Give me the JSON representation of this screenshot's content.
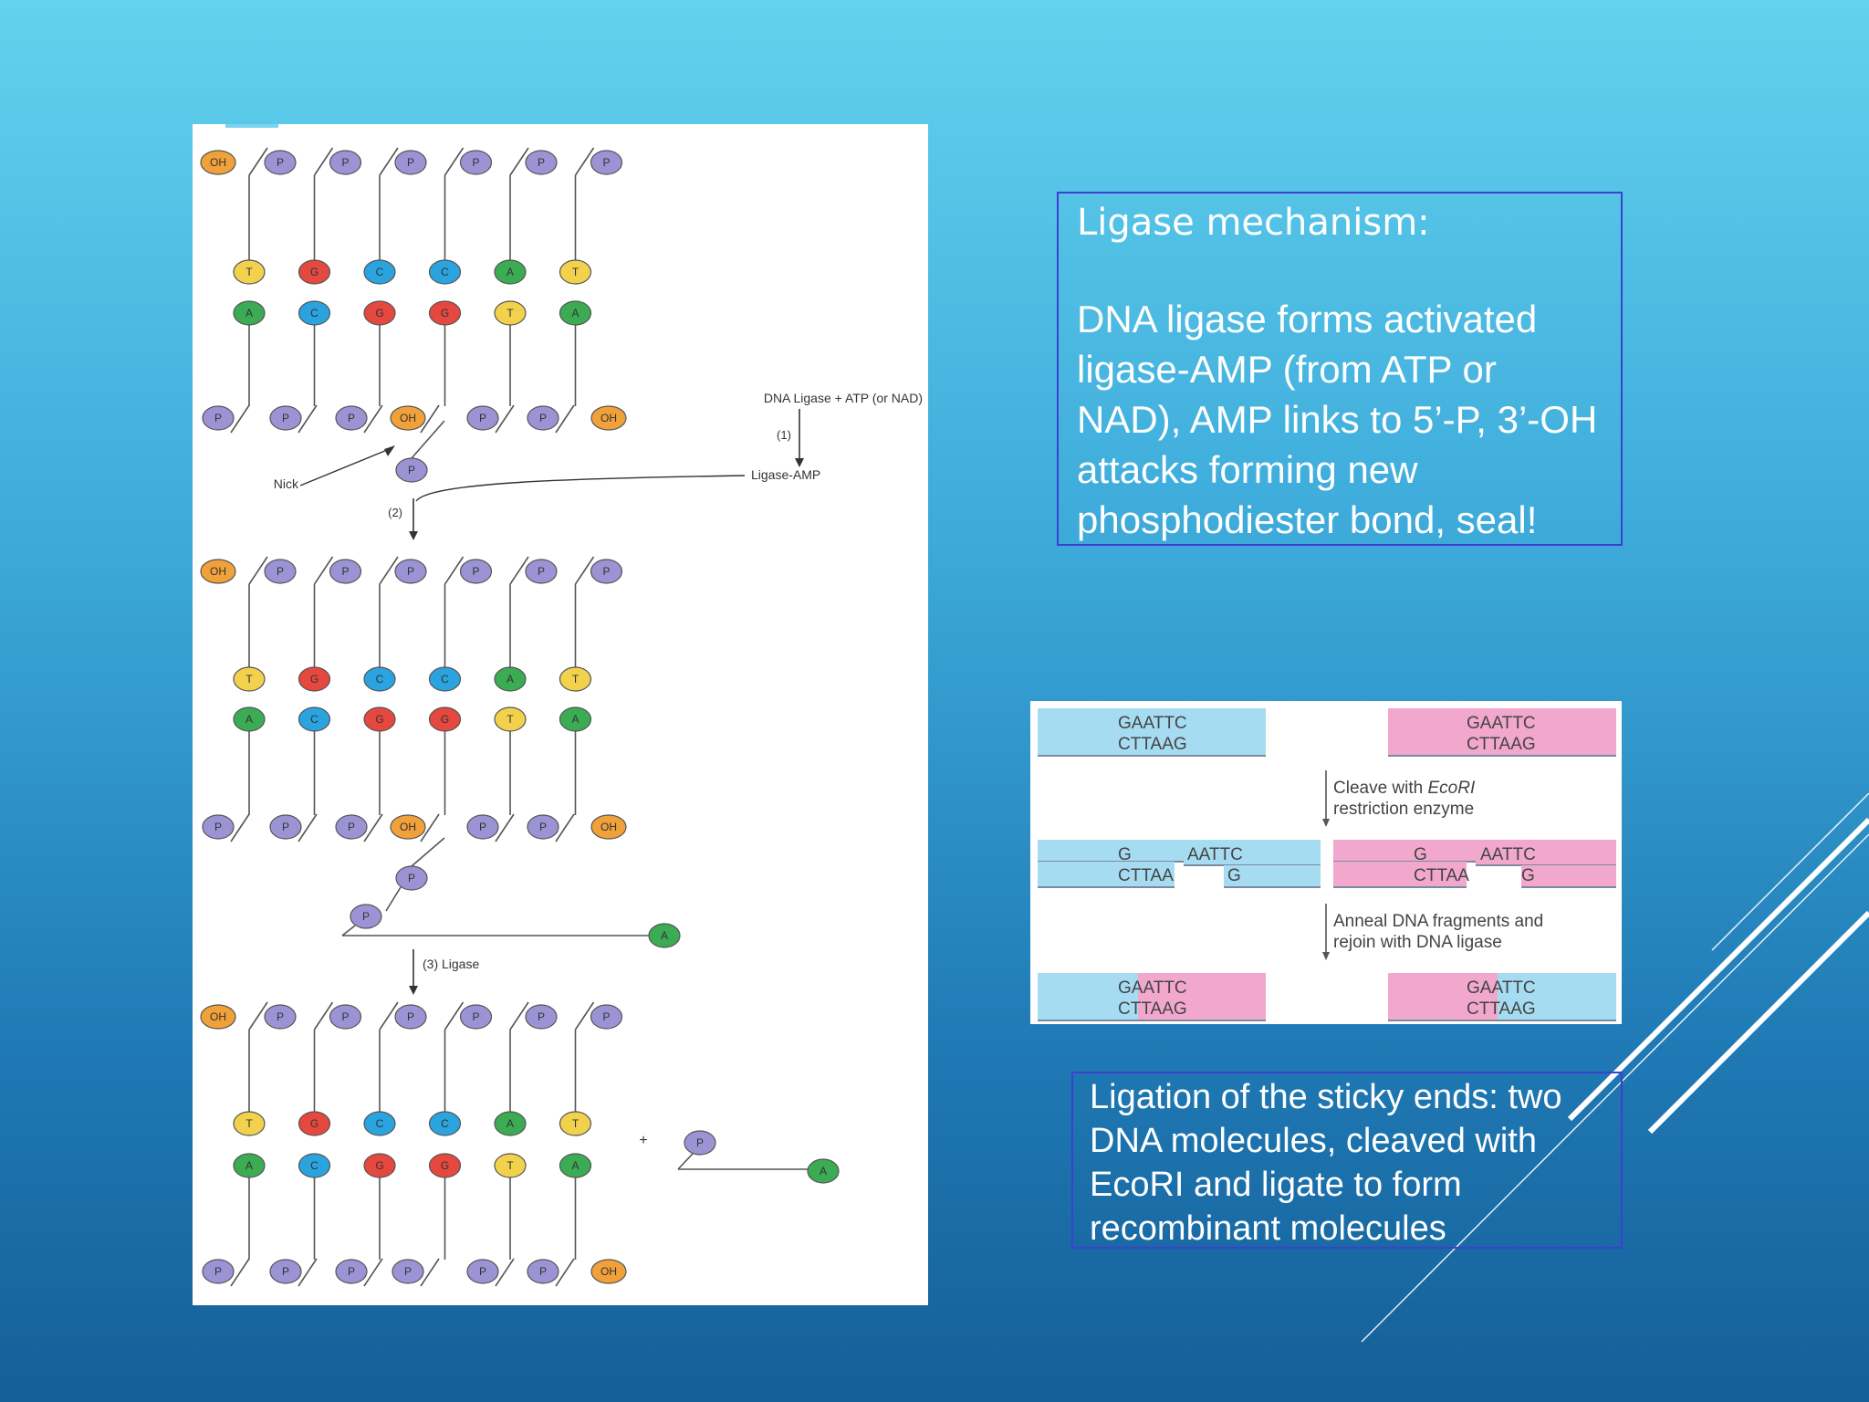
{
  "mechanism": {
    "heading": "Ligase mechanism:",
    "body": "DNA ligase forms activated ligase-AMP (from ATP or NAD), AMP links to 5’-P, 3’-OH attacks forming new phosphodiester bond, seal!"
  },
  "ligation": {
    "body": "Ligation of the sticky ends: two DNA molecules, cleaved with EcoRI and ligate to form recombinant molecules"
  },
  "ligase_diagram": {
    "top_strand": [
      "T",
      "G",
      "C",
      "C",
      "A",
      "T"
    ],
    "bottom_strand": [
      "A",
      "C",
      "G",
      "G",
      "T",
      "A"
    ],
    "oh_label": "OH",
    "p_label": "P",
    "a_label": "A",
    "step1": "(1)",
    "step1_label": "DNA Ligase + ATP (or NAD)",
    "ligase_amp": "Ligase-AMP",
    "nick": "Nick",
    "step2": "(2)",
    "step3": "(3) Ligase",
    "plus": "+"
  },
  "ecori_diagram": {
    "site_top": "GAATTC",
    "site_bottom": "CTTAAG",
    "cut_left_top": "G",
    "cut_left_bottom": "CTTAA",
    "cut_right_top": "AATTC",
    "cut_right_bottom": "G",
    "cleave_line1_prefix": "Cleave with ",
    "cleave_enzyme": "EcoRI",
    "cleave_line2": "restriction enzyme",
    "anneal_line1": "Anneal DNA fragments and",
    "anneal_line2": "rejoin with DNA ligase"
  },
  "colors": {
    "T": "#f2d14c",
    "G": "#e5483e",
    "C": "#2aa3df",
    "A": "#3bab54",
    "P": "#9c93d4",
    "OH": "#f0a13a",
    "blue_fragment": "#a6dcf2",
    "pink_fragment": "#f2a7cd"
  }
}
